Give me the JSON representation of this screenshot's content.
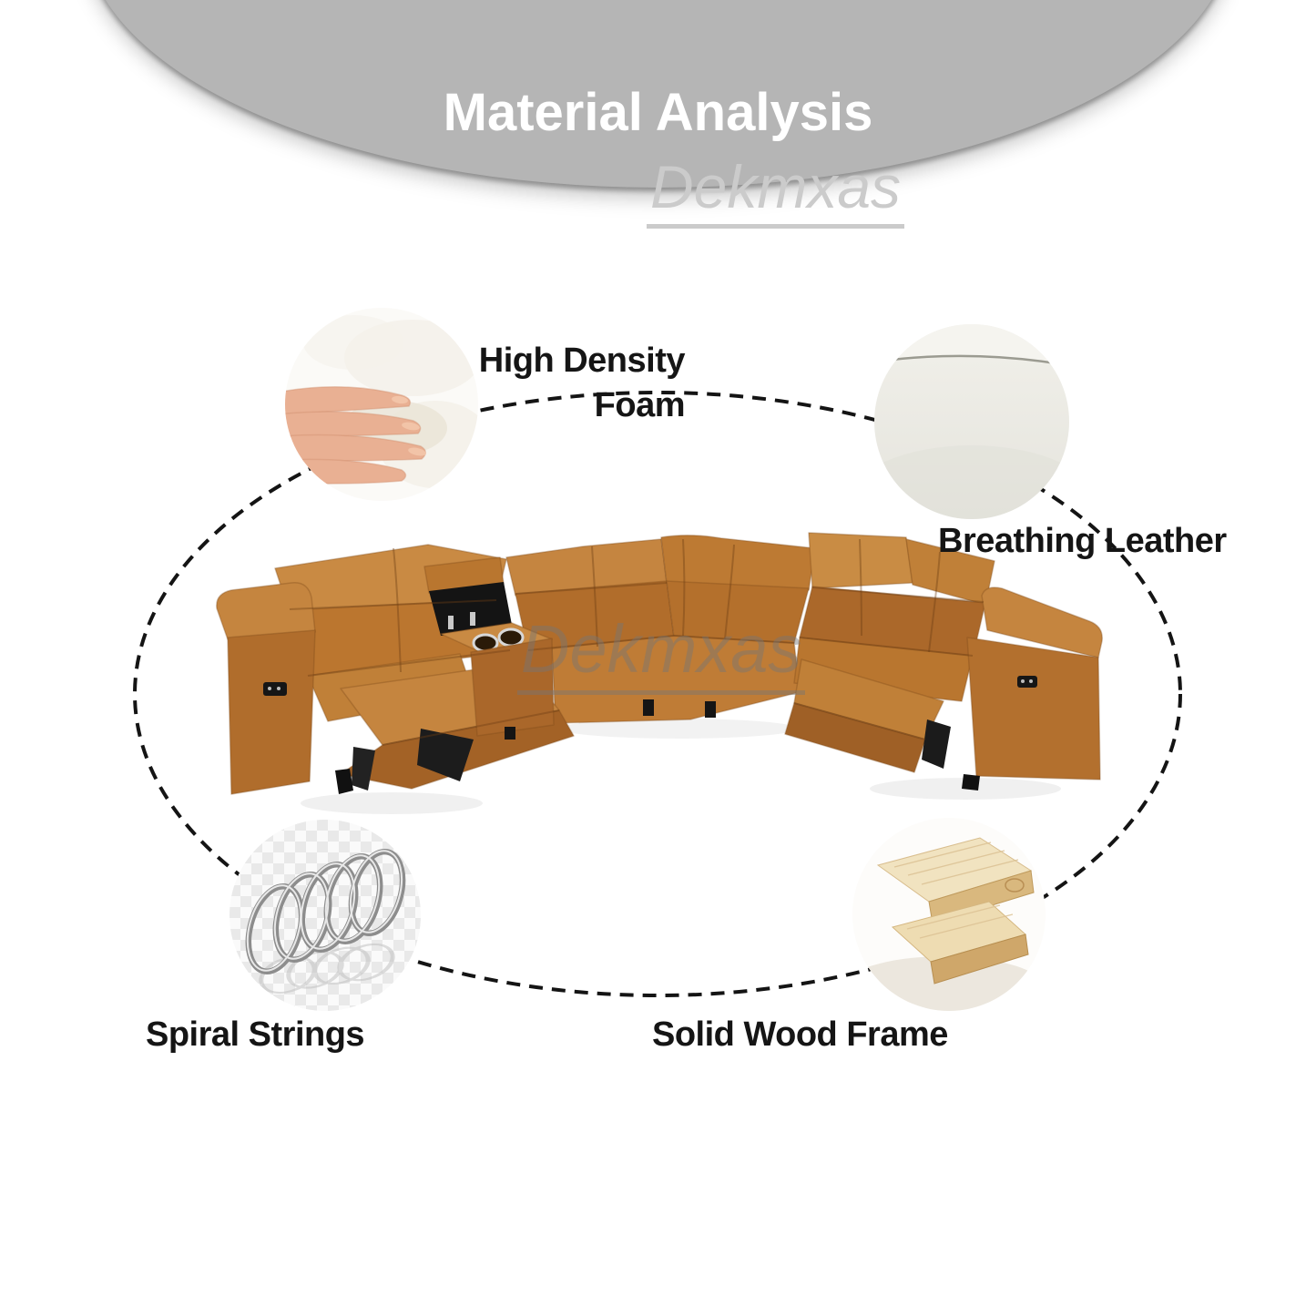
{
  "header": {
    "title": "Material Analysis",
    "banner_color": "#b5b5b5",
    "title_color": "#ffffff"
  },
  "brand": {
    "watermark": "Dekmxas"
  },
  "product": {
    "name": "leather sectional recliner sofa",
    "leather_color": "#bc7834",
    "console_interior_color": "#141414"
  },
  "diagram": {
    "connector": "dashed ellipse",
    "connector_color": "#141414",
    "label_text_color": "#151515"
  },
  "materials": [
    {
      "label": "High Density Foam",
      "label_lines": [
        "High Density",
        "Foam"
      ],
      "photo": "hand-pressing-white-foam",
      "position": "top-left"
    },
    {
      "label": "Breathing Leather",
      "label_lines": [
        "Breathing Leather"
      ],
      "photo": "off-white-leather-surface",
      "position": "top-right"
    },
    {
      "label": "Spiral Strings",
      "label_lines": [
        "Spiral Strings"
      ],
      "photo": "steel-spiral-spring",
      "position": "bottom-left"
    },
    {
      "label": "Solid Wood Frame",
      "label_lines": [
        "Solid Wood Frame"
      ],
      "photo": "stacked-wood-planks",
      "position": "bottom-right"
    }
  ]
}
